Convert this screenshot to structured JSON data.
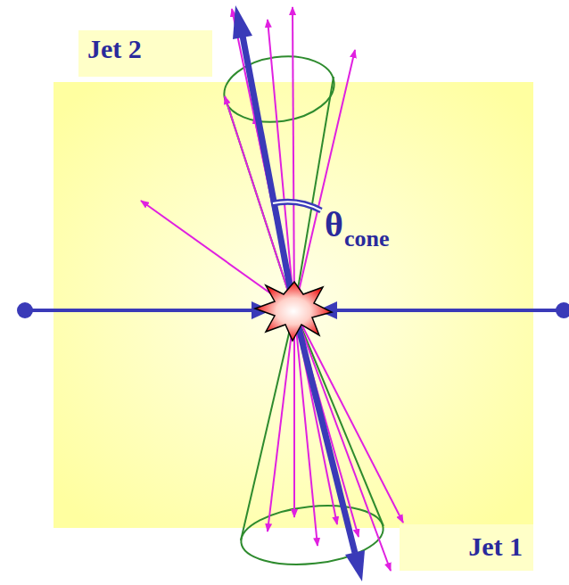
{
  "diagram": {
    "nodes": [
      {
        "text": [
          "Jet 2"
        ]
      },
      {
        "text": [
          "Jet 1"
        ]
      }
    ],
    "labels": [
      "θ",
      "cone"
    ]
  }
}
